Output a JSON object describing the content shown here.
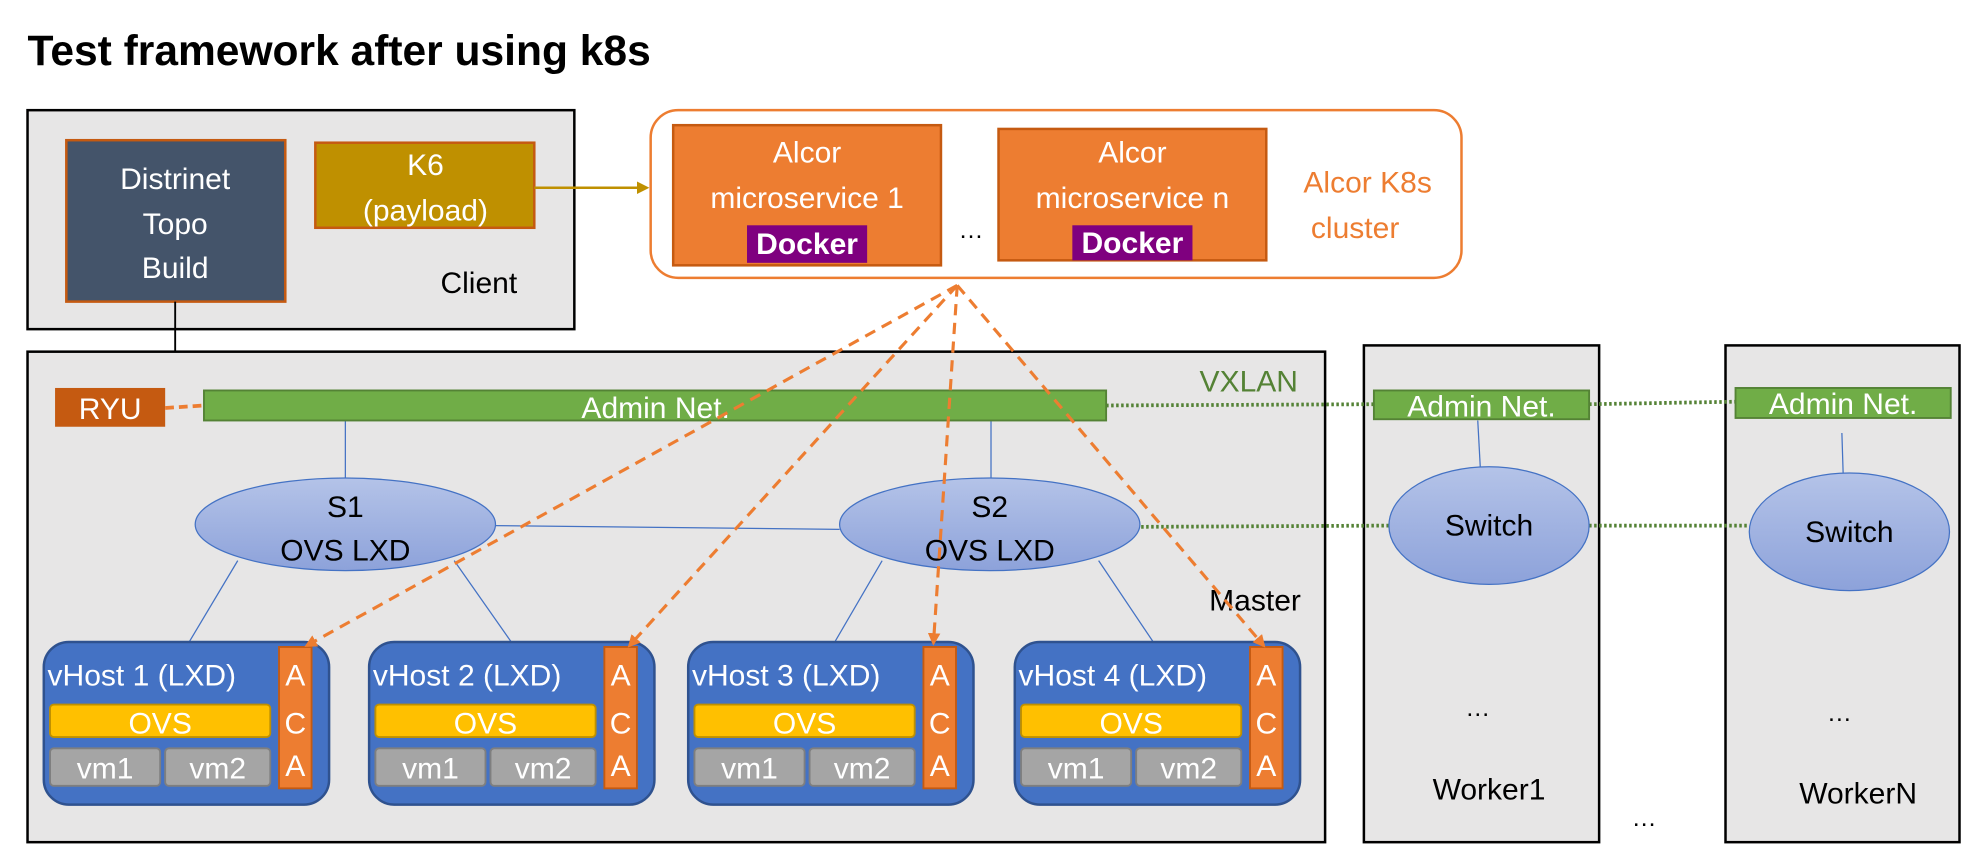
{
  "title": "Test framework after using k8s",
  "client": {
    "label": "Client",
    "distrinet": [
      "Distrinet",
      "Topo",
      "Build"
    ],
    "k6": [
      "K6",
      "(payload)"
    ]
  },
  "cluster": {
    "label": [
      "Alcor K8s",
      "cluster"
    ],
    "ellipsis": "…",
    "microservices": [
      {
        "line1": "Alcor",
        "line2": "microservice 1",
        "docker": "Docker"
      },
      {
        "line1": "Alcor",
        "line2": "microservice n",
        "docker": "Docker"
      }
    ]
  },
  "master": {
    "label": "Master",
    "ryu": "RYU",
    "admin_net": "Admin Net.",
    "vxlan": "VXLAN",
    "switches": [
      {
        "name": "S1",
        "type": "OVS LXD"
      },
      {
        "name": "S2",
        "type": "OVS LXD"
      }
    ],
    "vhosts": [
      {
        "label": "vHost 1 (LXD)",
        "ovs": "OVS",
        "vms": [
          "vm1",
          "vm2"
        ],
        "aca": [
          "A",
          "C",
          "A"
        ]
      },
      {
        "label": "vHost 2 (LXD)",
        "ovs": "OVS",
        "vms": [
          "vm1",
          "vm2"
        ],
        "aca": [
          "A",
          "C",
          "A"
        ]
      },
      {
        "label": "vHost 3 (LXD)",
        "ovs": "OVS",
        "vms": [
          "vm1",
          "vm2"
        ],
        "aca": [
          "A",
          "C",
          "A"
        ]
      },
      {
        "label": "vHost 4 (LXD)",
        "ovs": "OVS",
        "vms": [
          "vm1",
          "vm2"
        ],
        "aca": [
          "A",
          "C",
          "A"
        ]
      }
    ]
  },
  "workers": [
    {
      "label": "Worker1",
      "admin_net": "Admin Net.",
      "switch": "Switch",
      "ellipsis": "…"
    },
    {
      "label": "WorkerN",
      "admin_net": "Admin Net.",
      "switch": "Switch",
      "ellipsis": "…"
    }
  ],
  "workers_ellipsis": "…",
  "colors": {
    "orange": "#ed7d31",
    "dark_orange": "#c55a11",
    "green": "#70ad47",
    "dark_green": "#548235",
    "blue": "#4472c4",
    "gold": "#ffc000",
    "k6": "#bf9000",
    "distrinet": "#44546a",
    "docker": "#7f007f",
    "panel": "#e7e6e6"
  }
}
